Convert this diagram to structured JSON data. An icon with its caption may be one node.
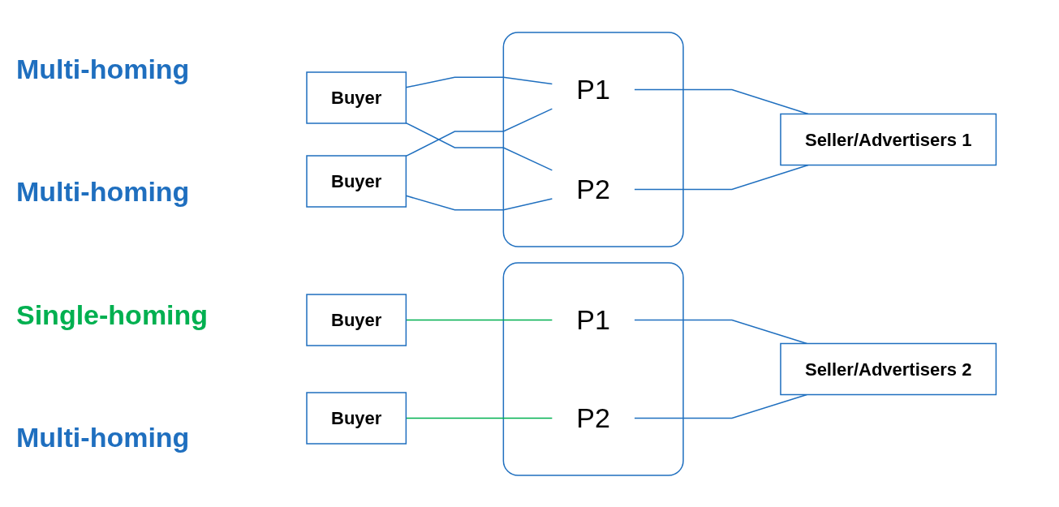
{
  "diagram": {
    "nodes": [
      {
        "text": [
          "Buyer"
        ]
      },
      {
        "text": [
          "Buyer"
        ]
      },
      {
        "text": [],
        "shape": "box"
      },
      {
        "text": [
          "P1"
        ],
        "in": 2
      },
      {
        "text": [
          "P2"
        ],
        "in": 2
      },
      {
        "text": [
          "Seller/Advertisers 1"
        ]
      },
      {
        "text": [
          "Buyer"
        ]
      },
      {
        "text": [
          "Buyer"
        ]
      },
      {
        "text": [],
        "shape": "box"
      },
      {
        "text": [
          "P1"
        ],
        "in": 8
      },
      {
        "text": [
          "P2"
        ],
        "in": 8
      },
      {
        "text": [
          "Seller/Advertisers 2"
        ]
      }
    ],
    "edges": [
      {
        "from": 0,
        "to": 3,
        "arrow": "none"
      },
      {
        "from": 0,
        "to": 4,
        "arrow": "none"
      },
      {
        "from": 1,
        "to": 3,
        "arrow": "none"
      },
      {
        "from": 1,
        "to": 4,
        "arrow": "none"
      },
      {
        "from": 3,
        "to": 5,
        "arrow": "none"
      },
      {
        "from": 4,
        "to": 5,
        "arrow": "none"
      },
      {
        "from": 6,
        "to": 9,
        "arrow": "none",
        "color": "#00b050"
      },
      {
        "from": 7,
        "to": 10,
        "arrow": "none",
        "color": "#00b050"
      },
      {
        "from": 9,
        "to": 11,
        "arrow": "none"
      },
      {
        "from": 10,
        "to": 11,
        "arrow": "none"
      }
    ],
    "labels": [
      "Multi-homing",
      "Multi-homing",
      "Single-homing",
      "Multi-homing"
    ]
  }
}
